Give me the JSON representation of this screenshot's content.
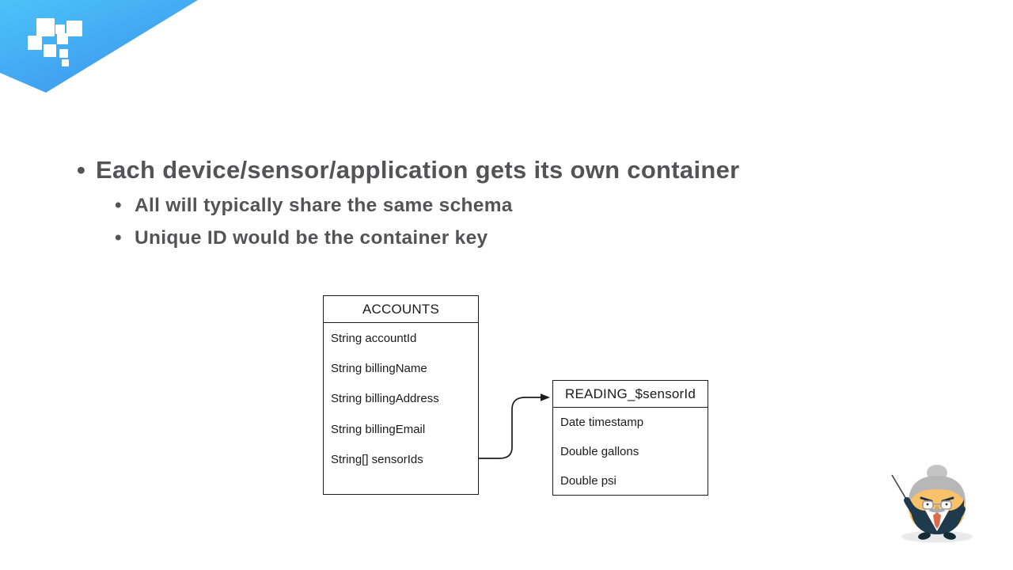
{
  "slide": {
    "background_color": "#ffffff",
    "text_color": "#545456"
  },
  "banner": {
    "description": "blue pennant ribbon in top-left corner with white square mosaic logo",
    "gradient_start": "#4CC3F8",
    "gradient_end": "#3B93EE",
    "squares_color": "#ffffff"
  },
  "bullets": {
    "marker": "•",
    "main": "Each device/sensor/application gets its own container",
    "sub": [
      "All will typically share the same schema",
      "Unique ID would be the container key"
    ]
  },
  "diagram": {
    "border_color": "#1c1c1c",
    "entities": [
      {
        "title": "ACCOUNTS",
        "fields": [
          "String accountId",
          "String billingName",
          "String billingAddress",
          "String billingEmail",
          "String[] sensorIds"
        ]
      },
      {
        "title": "READING_$sensorId",
        "fields": [
          "Date timestamp",
          "Double gallons",
          "Double psi"
        ]
      }
    ],
    "connector": {
      "from": "ACCOUNTS — String[] sensorIds",
      "to": "READING_$sensorId",
      "style": "curved arrow"
    }
  },
  "mascot": {
    "description": "cartoon professor character with gray hair bun, glasses, dark suit, orange tie, holding a pointer stick",
    "skin_color": "#F9C16A",
    "hair_color": "#B7B7B7",
    "suit_color": "#1E3A4C",
    "tie_color": "#DB6B4C"
  }
}
